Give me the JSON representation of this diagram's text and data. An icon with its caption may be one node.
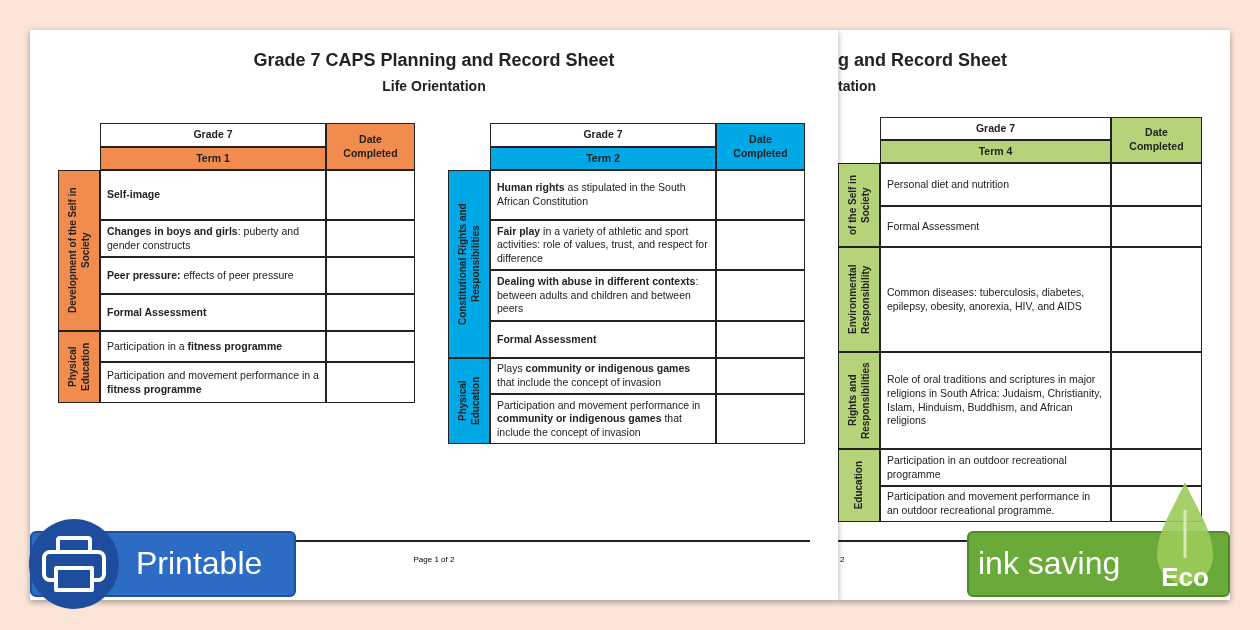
{
  "diagram": {
    "title": "Grade 7 CAPS Planning and Record Sheet",
    "labels": [
      "Life Orientation",
      "Grade 7",
      "Date Completed",
      "Term 1",
      "Development of the Self in Society",
      "Self-image",
      "**Changes in boys and girls**: puberty and gender constructs",
      "**Peer pressure:** effects of peer pressure",
      "Formal Assessment",
      "Physical Education",
      "Participation in a **fitness programme**",
      "Participation and movement performance in a **fitness programme**",
      "Grade 7",
      "Date Completed",
      "Term 2",
      "Constitutional Rights and Responsibilities",
      "**Human rights** as stipulated in the South African Constitution",
      "**Fair play** in a variety of athletic and sport activities: role of values, trust, and respect for difference",
      "**Dealing with abuse in different contexts**: between adults and children and between peers",
      "Formal Assessment",
      "Physical Education",
      "Plays **community or indigenous games** that include the concept of invasion",
      "Participation and movement performance in **community or indigenous games** that include the concept of invasion",
      "Page 1 of 2",
      "g and Record Sheet",
      "tation",
      "Grade 7",
      "Date Completed",
      "Term 4",
      "of the Self in Society",
      "Personal diet and nutrition",
      "Formal Assessment",
      "Environmental Responsibility",
      "Common diseases: tuberculosis, diabetes, epilepsy, obesity, anorexia, HIV, and AIDS",
      "Rights and Responsibilities",
      "Role of oral traditions and scriptures in major religions in South Africa: Judaism, Christianity, Islam, Hinduism, Buddhism, and African religions",
      "Education",
      "Participation in an outdoor recreational programme",
      "Participation and movement performance in an outdoor recreational programme.",
      "2",
      "Printable",
      "ink saving",
      "Eco"
    ]
  }
}
